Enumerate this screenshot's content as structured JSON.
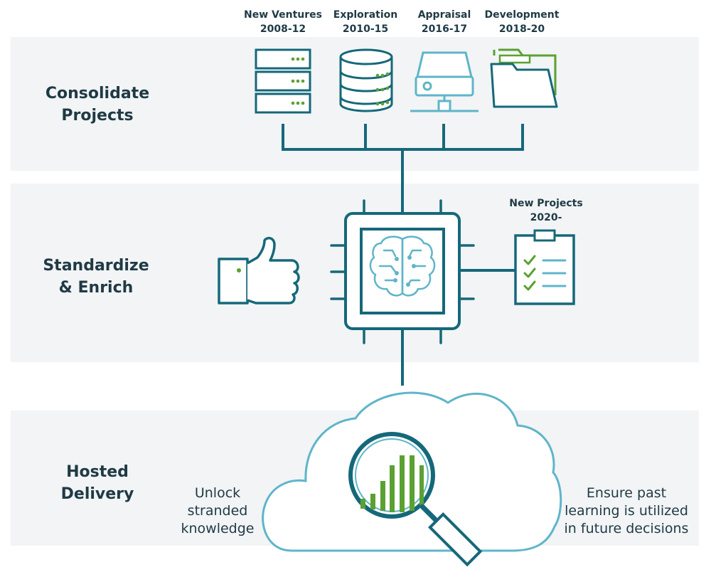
{
  "stages": {
    "consolidate": [
      "Consolidate",
      "Projects"
    ],
    "standardize": [
      "Standardize",
      "& Enrich"
    ],
    "hosted": [
      "Hosted",
      "Delivery"
    ]
  },
  "phases": [
    {
      "name": "New Ventures",
      "years": "2008-12",
      "icon": "server-rack-icon"
    },
    {
      "name": "Exploration",
      "years": "2010-15",
      "icon": "database-icon"
    },
    {
      "name": "Appraisal",
      "years": "2016-17",
      "icon": "network-drive-icon"
    },
    {
      "name": "Development",
      "years": "2018-20",
      "icon": "folder-icon"
    }
  ],
  "new_projects": {
    "name": "New Projects",
    "years": "2020-",
    "icon": "clipboard-checklist-icon"
  },
  "left_note": [
    "Unlock",
    "stranded",
    "knowledge"
  ],
  "right_note": [
    "Ensure past",
    "learning is utilized",
    "in future decisions"
  ],
  "icons": {
    "center": "ai-chip-brain-icon",
    "left": "thumbs-up-icon",
    "bottom": "cloud-icon",
    "search": "magnifier-chart-icon"
  },
  "colors": {
    "teal_dark": "#15687a",
    "teal_light": "#5fb5c9",
    "green": "#5aa132",
    "text": "#1f3a45",
    "band": "#f2f4f5"
  }
}
